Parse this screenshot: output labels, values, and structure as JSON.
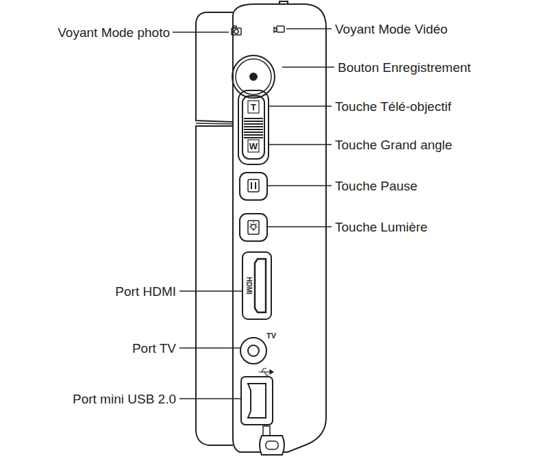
{
  "diagram": {
    "labels": [
      "Voyant Mode photo",
      "Voyant Mode Vidéo",
      "Bouton Enregistrement",
      "Touche Télé-objectif",
      "Touche Grand angle",
      "Touche Pause",
      "Touche Lumière",
      "Port HDMI",
      "Port TV",
      "Port mini USB 2.0",
      "T",
      "W",
      "HDMI",
      "TV"
    ]
  }
}
